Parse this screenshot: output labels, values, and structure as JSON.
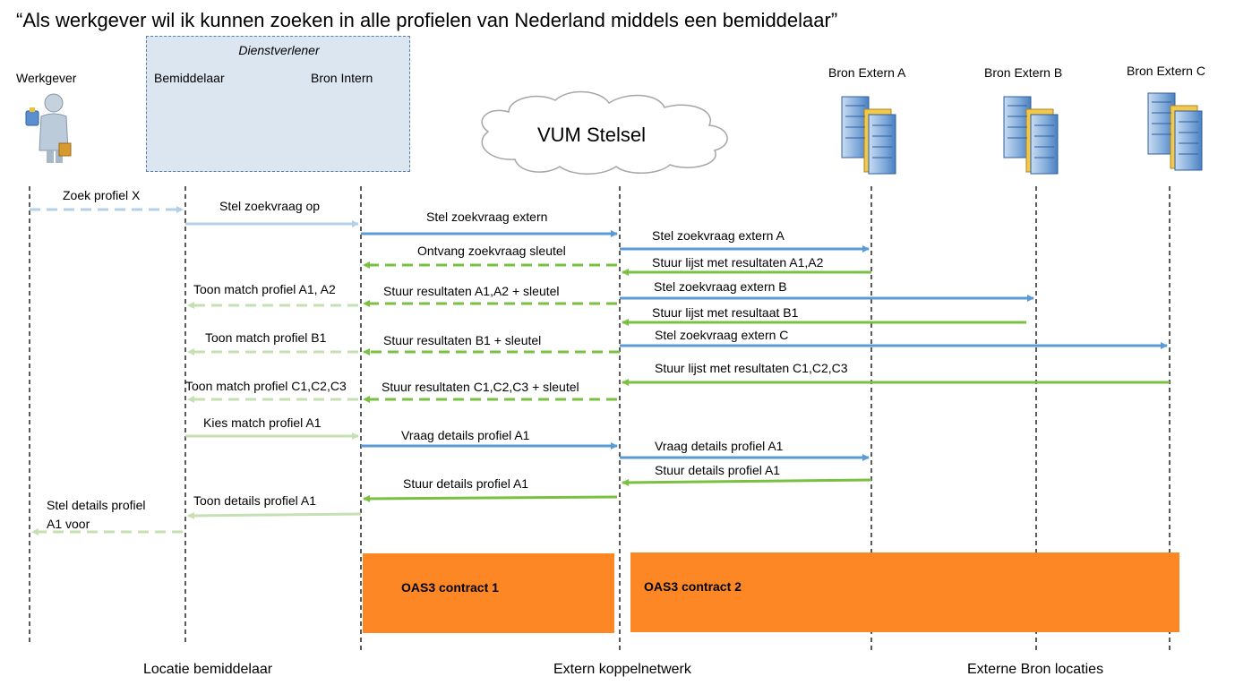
{
  "title": "“Als werkgever wil ik kunnen zoeken in alle profielen van Nederland middels een bemiddelaar”",
  "provider_group": "Dienstverlener",
  "participants": [
    "Werkgever",
    "Bemiddelaar",
    "Bron Intern",
    "Bron Extern A",
    "Bron Extern B",
    "Bron Extern C"
  ],
  "cloud": "VUM Stelsel",
  "messages": [
    "Zoek profiel X",
    "Stel zoekvraag op",
    "Stel zoekvraag extern",
    "Stel zoekvraag extern A",
    "Ontvang zoekvraag sleutel",
    "Stuur lijst met resultaten A1,A2",
    "Toon match profiel A1, A2",
    "Stuur resultaten A1,A2 + sleutel",
    "Stel zoekvraag extern B",
    "Stuur lijst met resultaat B1",
    "Toon match profiel B1",
    "Stuur resultaten B1 + sleutel",
    "Stel zoekvraag extern C",
    "Stuur lijst met resultaten C1,C2,C3",
    "Toon match profiel C1,C2,C3",
    "Stuur resultaten C1,C2,C3 + sleutel",
    "Kies match profiel A1",
    "Vraag details profiel A1",
    "Vraag details profiel A1",
    "Stuur details profiel A1",
    "Stuur details profiel A1",
    "Toon details profiel A1",
    "Stel details profiel",
    "A1 voor"
  ],
  "contracts": [
    "OAS3 contract 1",
    "OAS3 contract 2"
  ],
  "locations": [
    "Locatie bemiddelaar",
    "Extern koppelnetwerk",
    "Externe Bron locaties"
  ],
  "colors": {
    "request": "#5b9bd5",
    "request_light": "#b4cfe8",
    "response": "#7ac143",
    "response_light": "#c6e0b4",
    "contract": "#fd8724",
    "provider_fill": "#dce6f1"
  }
}
